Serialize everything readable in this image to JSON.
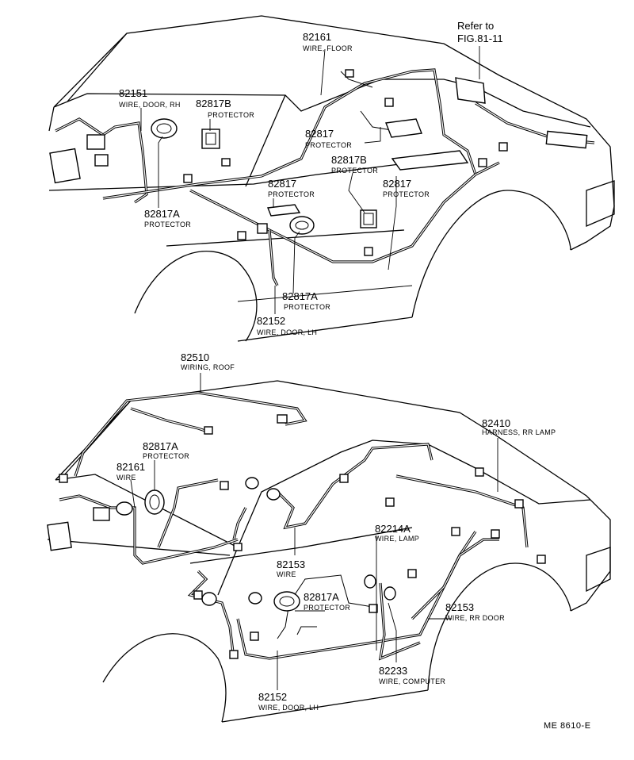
{
  "upper": {
    "labels": [
      {
        "id": "82161",
        "number": "82161",
        "text": "WIRE, FLOOR"
      },
      {
        "id": "82151",
        "number": "82151",
        "text": "WIRE, DOOR, RH"
      },
      {
        "id": "82817B_a",
        "number": "82817B",
        "text": "PROTECTOR"
      },
      {
        "id": "82817_a",
        "number": "82817",
        "text": "PROTECTOR"
      },
      {
        "id": "82817B_b",
        "number": "82817B",
        "text": "PROTECTOR"
      },
      {
        "id": "82817_b",
        "number": "82817",
        "text": "PROTECTOR"
      },
      {
        "id": "82817_c",
        "number": "82817",
        "text": "PROTECTOR"
      },
      {
        "id": "82817A_a",
        "number": "82817A",
        "text": "PROTECTOR"
      },
      {
        "id": "82817A_b",
        "number": "82817A",
        "text": "PROTECTOR"
      },
      {
        "id": "82152",
        "number": "82152",
        "text": "WIRE, DOOR, LH"
      }
    ],
    "refer": [
      "Refer to",
      "FIG.81-11"
    ]
  },
  "lower": {
    "labels": [
      {
        "id": "82510",
        "number": "82510",
        "text": "WIRING, ROOF"
      },
      {
        "id": "82817A_c",
        "number": "82817A",
        "text": "PROTECTOR"
      },
      {
        "id": "82161b",
        "number": "82161",
        "text": "WIRE"
      },
      {
        "id": "82410",
        "number": "82410",
        "text": "HARNESS, RR LAMP"
      },
      {
        "id": "82214A",
        "number": "82214A",
        "text": "WIRE, LAMP"
      },
      {
        "id": "82153a",
        "number": "82153",
        "text": "WIRE"
      },
      {
        "id": "82817A_d",
        "number": "82817A",
        "text": "PROTECTOR"
      },
      {
        "id": "82153b",
        "number": "82153",
        "text": "WIRE, RR DOOR"
      },
      {
        "id": "82233",
        "number": "82233",
        "text": "WIRE, COMPUTER"
      },
      {
        "id": "82152b",
        "number": "82152",
        "text": "WIRE, DOOR, LH"
      }
    ]
  },
  "footer_code": "ME  8610-E"
}
